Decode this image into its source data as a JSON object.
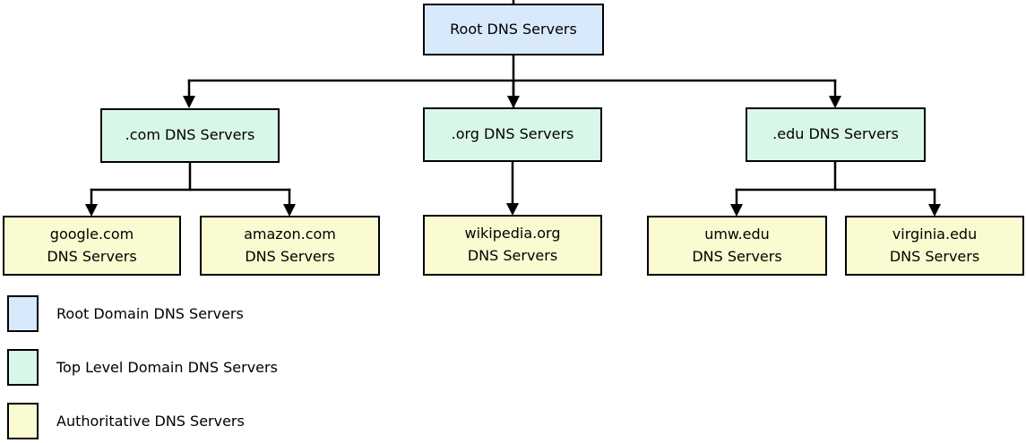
{
  "colors": {
    "background": "#ffffff",
    "root_fill": "#d8e9fb",
    "tld_fill": "#d9f7e8",
    "authoritative_fill": "#fbfbd1",
    "border": "#000000",
    "line": "#000000",
    "text": "#000000"
  },
  "diagram": {
    "root": {
      "label": "Root DNS Servers"
    },
    "tld_nodes": [
      {
        "label": ".com DNS Servers"
      },
      {
        "label": ".org DNS Servers"
      },
      {
        "label": ".edu DNS Servers"
      }
    ],
    "authoritative_nodes": [
      {
        "line1": "google.com",
        "line2": "DNS Servers"
      },
      {
        "line1": "amazon.com",
        "line2": "DNS Servers"
      },
      {
        "line1": "wikipedia.org",
        "line2": "DNS Servers"
      },
      {
        "line1": "umw.edu",
        "line2": "DNS Servers"
      },
      {
        "line1": "virginia.edu",
        "line2": "DNS Servers"
      }
    ],
    "edges": [
      {
        "from": "Root DNS Servers",
        "to": ".com DNS Servers"
      },
      {
        "from": "Root DNS Servers",
        "to": ".org DNS Servers"
      },
      {
        "from": "Root DNS Servers",
        "to": ".edu DNS Servers"
      },
      {
        "from": ".com DNS Servers",
        "to": "google.com DNS Servers"
      },
      {
        "from": ".com DNS Servers",
        "to": "amazon.com DNS Servers"
      },
      {
        "from": ".org DNS Servers",
        "to": "wikipedia.org DNS Servers"
      },
      {
        "from": ".edu DNS Servers",
        "to": "umw.edu DNS Servers"
      },
      {
        "from": ".edu DNS Servers",
        "to": "virginia.edu DNS Servers"
      }
    ]
  },
  "legend": {
    "items": [
      {
        "label": "Root Domain DNS Servers",
        "swatch_color": "#d8e9fb"
      },
      {
        "label": "Top Level Domain DNS Servers",
        "swatch_color": "#d9f7e8"
      },
      {
        "label": "Authoritative DNS Servers",
        "swatch_color": "#fbfbd1"
      }
    ]
  }
}
